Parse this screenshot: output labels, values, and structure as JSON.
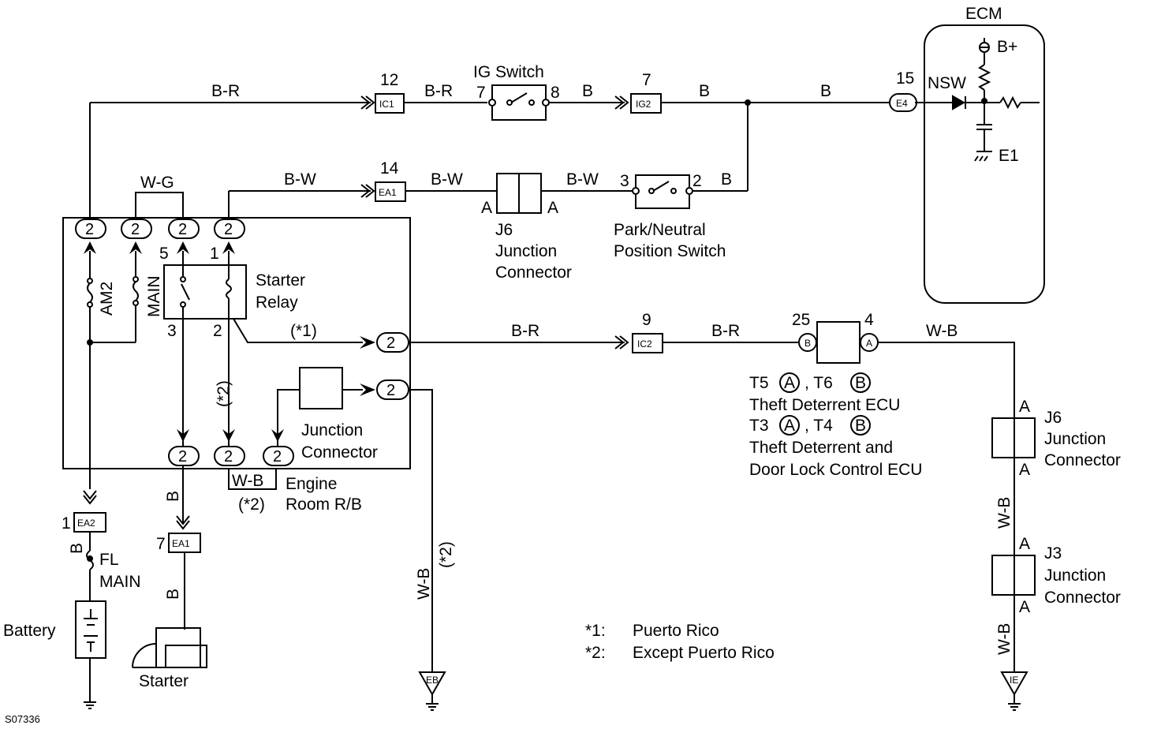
{
  "ecm": {
    "title": "ECM",
    "bplus": "B+",
    "nsw": "NSW",
    "e1": "E1",
    "pin": "15",
    "conn": "E4"
  },
  "top_wires": {
    "br1": "B-R",
    "br2": "B-R",
    "b1": "B",
    "b2": "B",
    "b3": "B",
    "wg": "W-G",
    "bw1": "B-W",
    "bw2": "B-W",
    "bw3": "B-W",
    "b4": "B"
  },
  "connectors": {
    "ic1": {
      "num": "12",
      "code": "IC1"
    },
    "ig2": {
      "num": "7",
      "code": "IG2"
    },
    "ea1_top": {
      "num": "14",
      "code": "EA1"
    },
    "ic2": {
      "num": "9",
      "code": "IC2"
    },
    "ea2": {
      "num": "1",
      "code": "EA2"
    },
    "ea1_bot": {
      "num": "7",
      "code": "EA1"
    },
    "eb": "EB",
    "ie": "IE"
  },
  "ig_switch": {
    "title": "IG Switch",
    "pin_in": "7",
    "pin_out": "8"
  },
  "j6_top": {
    "left": "A",
    "right": "A",
    "line1": "J6",
    "line2": "Junction",
    "line3": "Connector"
  },
  "pn_switch": {
    "pin_in": "3",
    "pin_out": "2",
    "line1": "Park/Neutral",
    "line2": "Position Switch"
  },
  "relay_box": {
    "fuse_am2": "AM2",
    "fuse_main": "MAIN",
    "relay_line1": "Starter",
    "relay_line2": "Relay",
    "pin5": "5",
    "pin1": "1",
    "pin3": "3",
    "pin2": "2",
    "star1": "(*1)",
    "star2": "(*2)",
    "jc_line1": "Junction",
    "jc_line2": "Connector",
    "rb_line1": "Engine",
    "rb_line2": "Room R/B",
    "wb_label": "W-B",
    "wb_note": "(*2)",
    "terminal": "2"
  },
  "mid_wires": {
    "br3": "B-R",
    "br4": "B-R",
    "wb1": "W-B"
  },
  "theft_ecu": {
    "pin_b": "25",
    "pin_a": "4",
    "letter_b": "B",
    "letter_a": "A",
    "t5": "T5",
    "t6": ", T6",
    "t3": "T3",
    "t4": ", T4",
    "ecu1": "Theft Deterrent ECU",
    "ecu2": "Theft Deterrent and",
    "ecu3": "Door Lock Control ECU"
  },
  "j6_right": {
    "top": "A",
    "bottom": "A",
    "line1": "J6",
    "line2": "Junction",
    "line3": "Connector"
  },
  "j3_right": {
    "top": "A",
    "bottom": "A",
    "line1": "J3",
    "line2": "Junction",
    "line3": "Connector"
  },
  "right_wires": {
    "wb2": "W-B",
    "wb3": "W-B"
  },
  "bottom": {
    "b_wire1": "B",
    "b_wire2": "B",
    "b_wire3": "B",
    "fl1": "FL",
    "fl2": "MAIN",
    "battery": "Battery",
    "starter": "Starter",
    "wb_vert": "W-B",
    "wb_vert_note": "(*2)"
  },
  "notes": {
    "n1_key": "*1:",
    "n1_val": "Puerto Rico",
    "n2_key": "*2:",
    "n2_val": "Except Puerto Rico"
  },
  "figure_id": "S07336"
}
